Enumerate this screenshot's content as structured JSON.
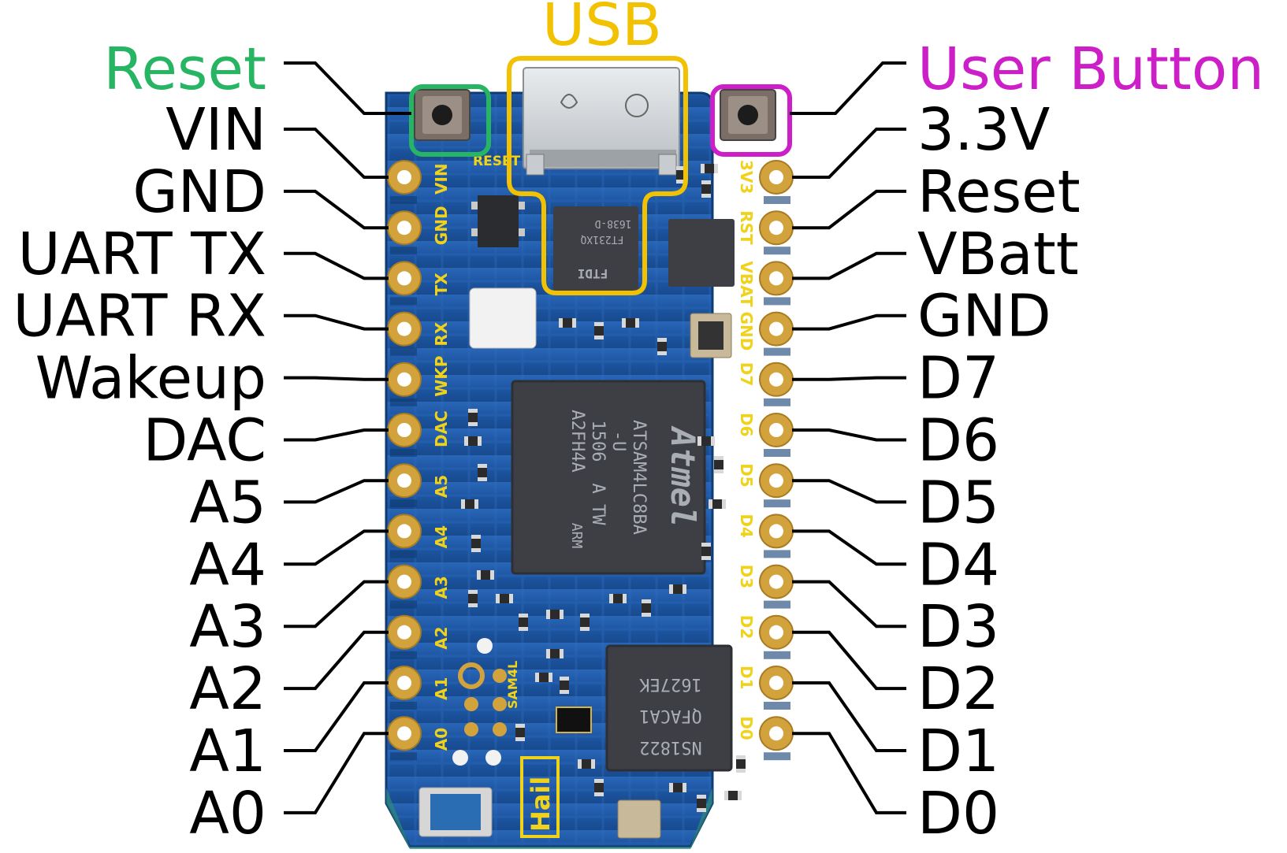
{
  "board": {
    "silkscreen_name": "Hail",
    "mcu_marking": [
      "Atmel",
      "ATSAM4LC8BA",
      "-U",
      "1506",
      "A2FH4A",
      "A TW",
      "ARM"
    ],
    "ble_marking": [
      "NS1822",
      "QFACA1",
      "1627EK"
    ],
    "ftdi_marking": [
      "FTDI",
      "FT231XQ",
      "1638-D"
    ],
    "silk_labels": {
      "left": [
        "VIN",
        "GND",
        "TX",
        "RX",
        "WKP",
        "DAC",
        "A5",
        "A4",
        "A3",
        "A2",
        "A1",
        "A0"
      ],
      "right": [
        "3V3",
        "RST",
        "VBAT",
        "GND",
        "D7",
        "D6",
        "D5",
        "D4",
        "D3",
        "D2",
        "D1",
        "D0"
      ],
      "reset": "RESET",
      "sam4l": "SAM4L"
    }
  },
  "callouts": {
    "usb": "USB",
    "reset": "Reset",
    "user_button": "User Button"
  },
  "left_pins": [
    "VIN",
    "GND",
    "UART TX",
    "UART RX",
    "Wakeup",
    "DAC",
    "A5",
    "A4",
    "A3",
    "A2",
    "A1",
    "A0"
  ],
  "right_pins": [
    "3.3V",
    "Reset",
    "VBatt",
    "GND",
    "D7",
    "D6",
    "D5",
    "D4",
    "D3",
    "D2",
    "D1",
    "D0"
  ],
  "colors": {
    "usb": "#f2c200",
    "reset": "#27b463",
    "user_button": "#cc1fc8",
    "pcb": "#1d57a6",
    "pad_gold": "#d2a33c",
    "chip": "#3d3f44"
  }
}
